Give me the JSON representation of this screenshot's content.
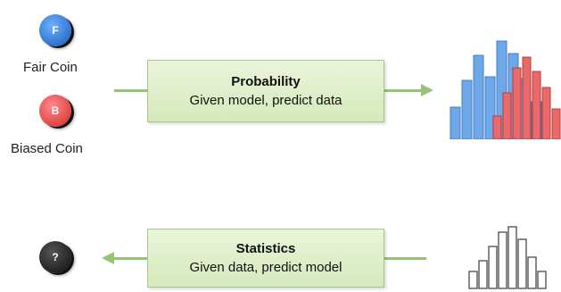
{
  "coins": {
    "fair": {
      "letter": "F",
      "label": "Fair Coin",
      "color": "#3d86e0"
    },
    "biased": {
      "letter": "B",
      "label": "Biased Coin",
      "color": "#e24b4b"
    },
    "unknown": {
      "letter": "?",
      "color": "#222222"
    }
  },
  "probability": {
    "title": "Probability",
    "subtitle": "Given model, predict data"
  },
  "statistics": {
    "title": "Statistics",
    "subtitle": "Given data, predict model"
  },
  "colors": {
    "arrow": "#96c477",
    "box_fill": "#dcedc4",
    "blue_bars": "#6fa8e8",
    "red_bars": "#e86a6a",
    "outline_bars": "#555555"
  }
}
